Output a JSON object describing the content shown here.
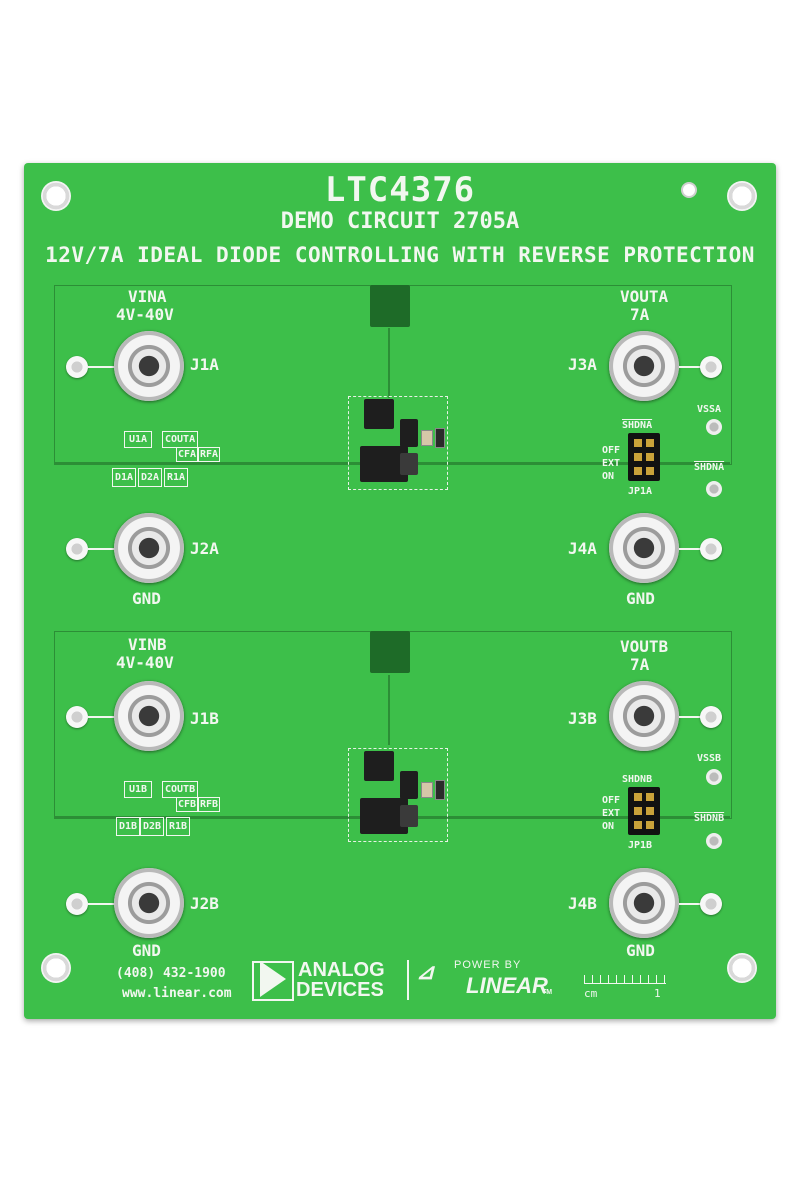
{
  "board": {
    "title": "LTC4376",
    "subtitle": "DEMO CIRCUIT 2705A",
    "description": "12V/7A IDEAL DIODE CONTROLLING WITH REVERSE PROTECTION",
    "channel_a": {
      "vin_label": "VINA",
      "vin_range": "4V-40V",
      "vout_label": "VOUTA",
      "vout_current": "7A",
      "j_in": "J1A",
      "j_gnd_in": "J2A",
      "j_out": "J3A",
      "j_gnd_out": "J4A",
      "gnd_left": "GND",
      "gnd_right": "GND",
      "u": "U1A",
      "d1": "D1A",
      "d2": "D2A",
      "r": "R1A",
      "cout": "COUTA",
      "cf": "CFA",
      "rf": "RFA",
      "shdn": "SHDNA",
      "vss": "VSSA",
      "shdn_tp": "SHDNA",
      "jp": "JP1A",
      "off": "OFF",
      "ext": "EXT",
      "on": "ON"
    },
    "channel_b": {
      "vin_label": "VINB",
      "vin_range": "4V-40V",
      "vout_label": "VOUTB",
      "vout_current": "7A",
      "j_in": "J1B",
      "j_gnd_in": "J2B",
      "j_out": "J3B",
      "j_gnd_out": "J4B",
      "gnd_left": "GND",
      "gnd_right": "GND",
      "u": "U1B",
      "d1": "D1B",
      "d2": "D2B",
      "r": "R1B",
      "cout": "COUTB",
      "cf": "CFB",
      "rf": "RFB",
      "shdn": "SHDNB",
      "vss": "VSSB",
      "shdn_tp": "SHDNB",
      "jp": "JP1B",
      "off": "OFF",
      "ext": "EXT",
      "on": "ON"
    },
    "footer": {
      "phone": "(408) 432-1900",
      "url": "www.linear.com",
      "analog_1": "ANALOG",
      "analog_2": "DEVICES",
      "power_by": "POWER BY",
      "linear": "LINEAR",
      "tm": "TM",
      "cm": "cm",
      "one": "1"
    }
  }
}
